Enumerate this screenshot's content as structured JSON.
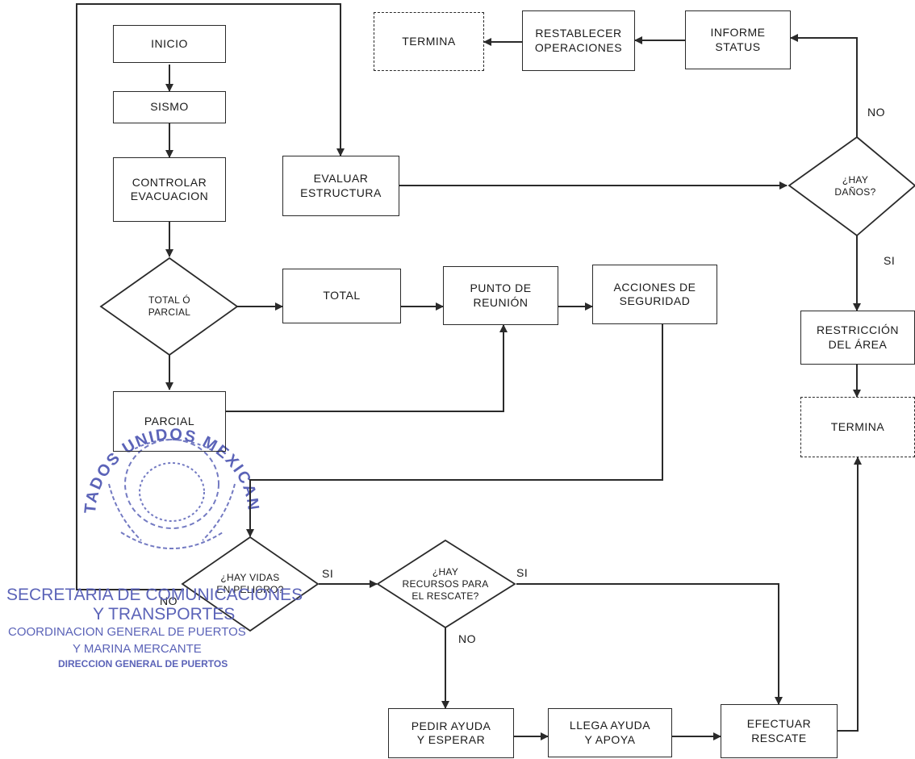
{
  "nodes": {
    "inicio": "INICIO",
    "sismo": "SISMO",
    "controlar": "CONTROLAR\nEVACUACION",
    "evaluar": "EVALUAR\nESTRUCTURA",
    "total_parcial": "TOTAL Ó\nPARCIAL",
    "total": "TOTAL",
    "punto": "PUNTO DE\nREUNIÓN",
    "acciones": "ACCIONES DE\nSEGURIDAD",
    "parcial": "PARCIAL",
    "hay_vidas": "¿HAY VIDAS\nEN PELIGRO?",
    "hay_recursos": "¿HAY\nRECURSOS PARA\nEL RESCATE?",
    "pedir": "PEDIR AYUDA\nY ESPERAR",
    "llega": "LLEGA AYUDA\nY APOYA",
    "efectuar": "EFECTUAR\nRESCATE",
    "termina_top": "TERMINA",
    "restablecer": "RESTABLECER\nOPERACIONES",
    "informe": "INFORME\nSTATUS",
    "hay_danos": "¿HAY\nDAÑOS?",
    "restriccion": "RESTRICCIÓN\nDEL ÁREA",
    "termina_right": "TERMINA"
  },
  "edge_labels": {
    "no_danos": "NO",
    "si_danos": "SI",
    "si_vidas": "SI",
    "no_vidas": "NO",
    "si_recursos": "SI",
    "no_recursos": "NO"
  },
  "stamp": {
    "seal_text": "ESTADOS UNIDOS MEXICANOS",
    "line1": "SECRETARIA DE COMUNICACIONES",
    "line2": "Y TRANSPORTES",
    "line3": "COORDINACION GENERAL DE PUERTOS",
    "line4": "Y MARINA MERCANTE",
    "line5": "DIRECCION GENERAL DE PUERTOS"
  },
  "colors": {
    "line": "#2a2a2a",
    "stamp": "#5b63b8"
  }
}
